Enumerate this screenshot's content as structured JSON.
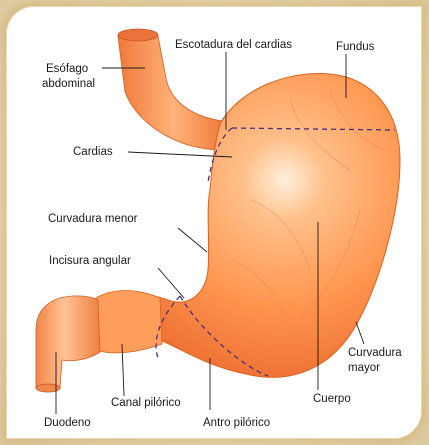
{
  "labels": {
    "esofago_line1": "Esófago",
    "esofago_line2": "abdominal",
    "escotadura": "Escotadura del cardias",
    "fundus": "Fundus",
    "cardias": "Cardias",
    "curvatura_menor": "Curvadura menor",
    "incisura": "Incisura angular",
    "curvatura_mayor_line1": "Curvadura",
    "curvatura_mayor_line2": "mayor",
    "cuerpo": "Cuerpo",
    "duodeno": "Duodeno",
    "canal": "Canal pilórico",
    "antro": "Antro pilórico"
  },
  "colors": {
    "stomach_light": "#ffd2a8",
    "stomach_mid": "#ff9a55",
    "stomach_dark": "#e8652a",
    "dashed_line": "#4a2e7a",
    "frame": "#eadcbc"
  }
}
